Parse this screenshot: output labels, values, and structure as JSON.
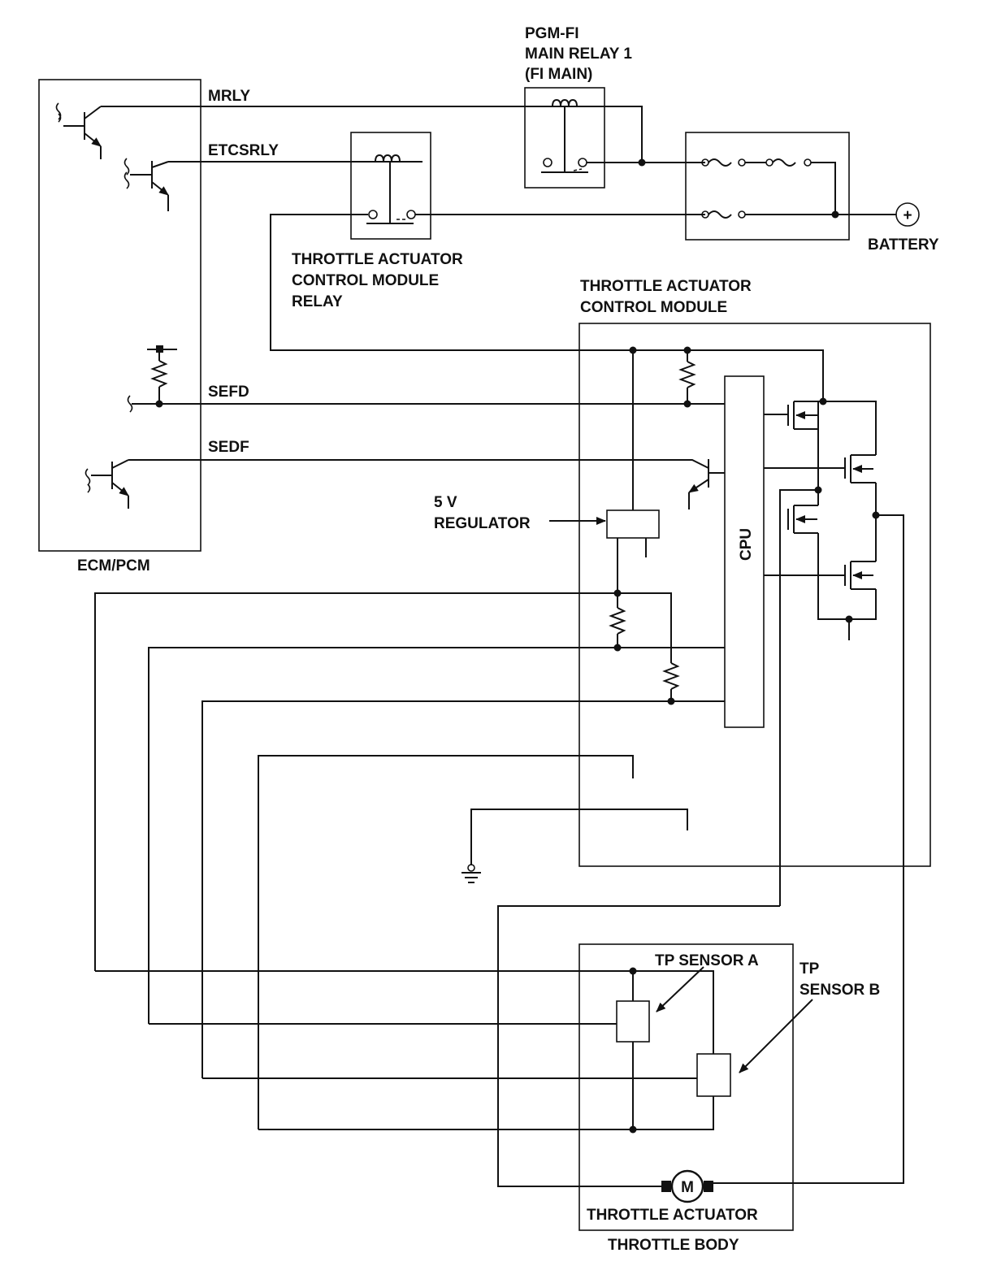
{
  "labels": {
    "main_relay_line1": "PGM-FI",
    "main_relay_line2": "MAIN RELAY 1",
    "main_relay_line3": "(FI MAIN)",
    "mrly": "MRLY",
    "etcsrly": "ETCSRLY",
    "battery": "BATTERY",
    "battery_symbol": "+",
    "tacm_relay_line1": "THROTTLE ACTUATOR",
    "tacm_relay_line2": "CONTROL MODULE",
    "tacm_relay_line3": "RELAY",
    "tacm_line1": "THROTTLE ACTUATOR",
    "tacm_line2": "CONTROL MODULE",
    "sefd": "SEFD",
    "sedf": "SEDF",
    "regulator_line1": "5 V",
    "regulator_line2": "REGULATOR",
    "cpu": "CPU",
    "ecm": "ECM/PCM",
    "tp_sensor_a": "TP SENSOR A",
    "tp_sensor_b_line1": "TP",
    "tp_sensor_b_line2": "SENSOR B",
    "motor": "M",
    "throttle_actuator": "THROTTLE ACTUATOR",
    "throttle_body": "THROTTLE BODY"
  },
  "icons": [
    "transistor-icon",
    "relay-coil-icon",
    "fuse-icon",
    "resistor-icon",
    "ground-icon",
    "mosfet-icon",
    "motor-icon",
    "battery-terminal-icon"
  ]
}
